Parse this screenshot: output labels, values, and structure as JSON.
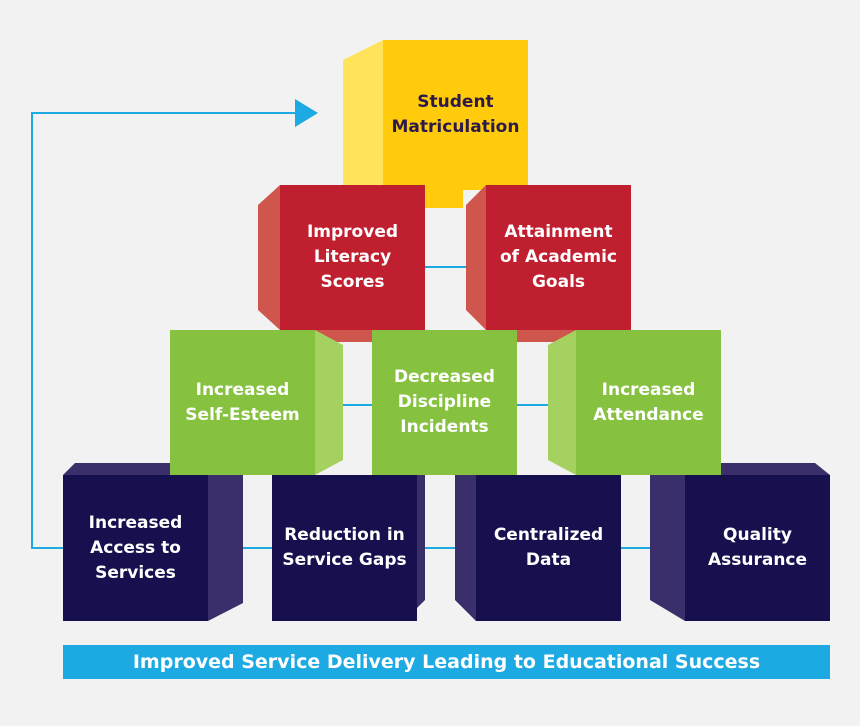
{
  "colors": {
    "background": "#f2f2f2",
    "yellow_front": "#ffcb0a",
    "yellow_side": "#ffe35a",
    "red_front": "#c01f30",
    "red_side": "#cf564d",
    "green_front": "#86c140",
    "green_side": "#a5d160",
    "navy_front": "#16104f",
    "navy_side": "#3a2f6b",
    "connector": "#1daae2",
    "dark_text": "#2c1a4a"
  },
  "blocks": {
    "student_matriculation": "Student\nMatriculation",
    "improved_literacy": "Improved\nLiteracy\nScores",
    "attainment_goals": "Attainment\nof Academic\nGoals",
    "increased_self_esteem": "Increased\nSelf-Esteem",
    "decreased_discipline": "Decreased\nDiscipline\nIncidents",
    "increased_attendance": "Increased\nAttendance",
    "increased_access": "Increased\nAccess to\nServices",
    "reduction_gaps": "Reduction in\nService Gaps",
    "centralized_data": "Centralized\nData",
    "quality_assurance": "Quality\nAssurance"
  },
  "banner": {
    "text": "Improved Service Delivery Leading to Educational Success"
  }
}
